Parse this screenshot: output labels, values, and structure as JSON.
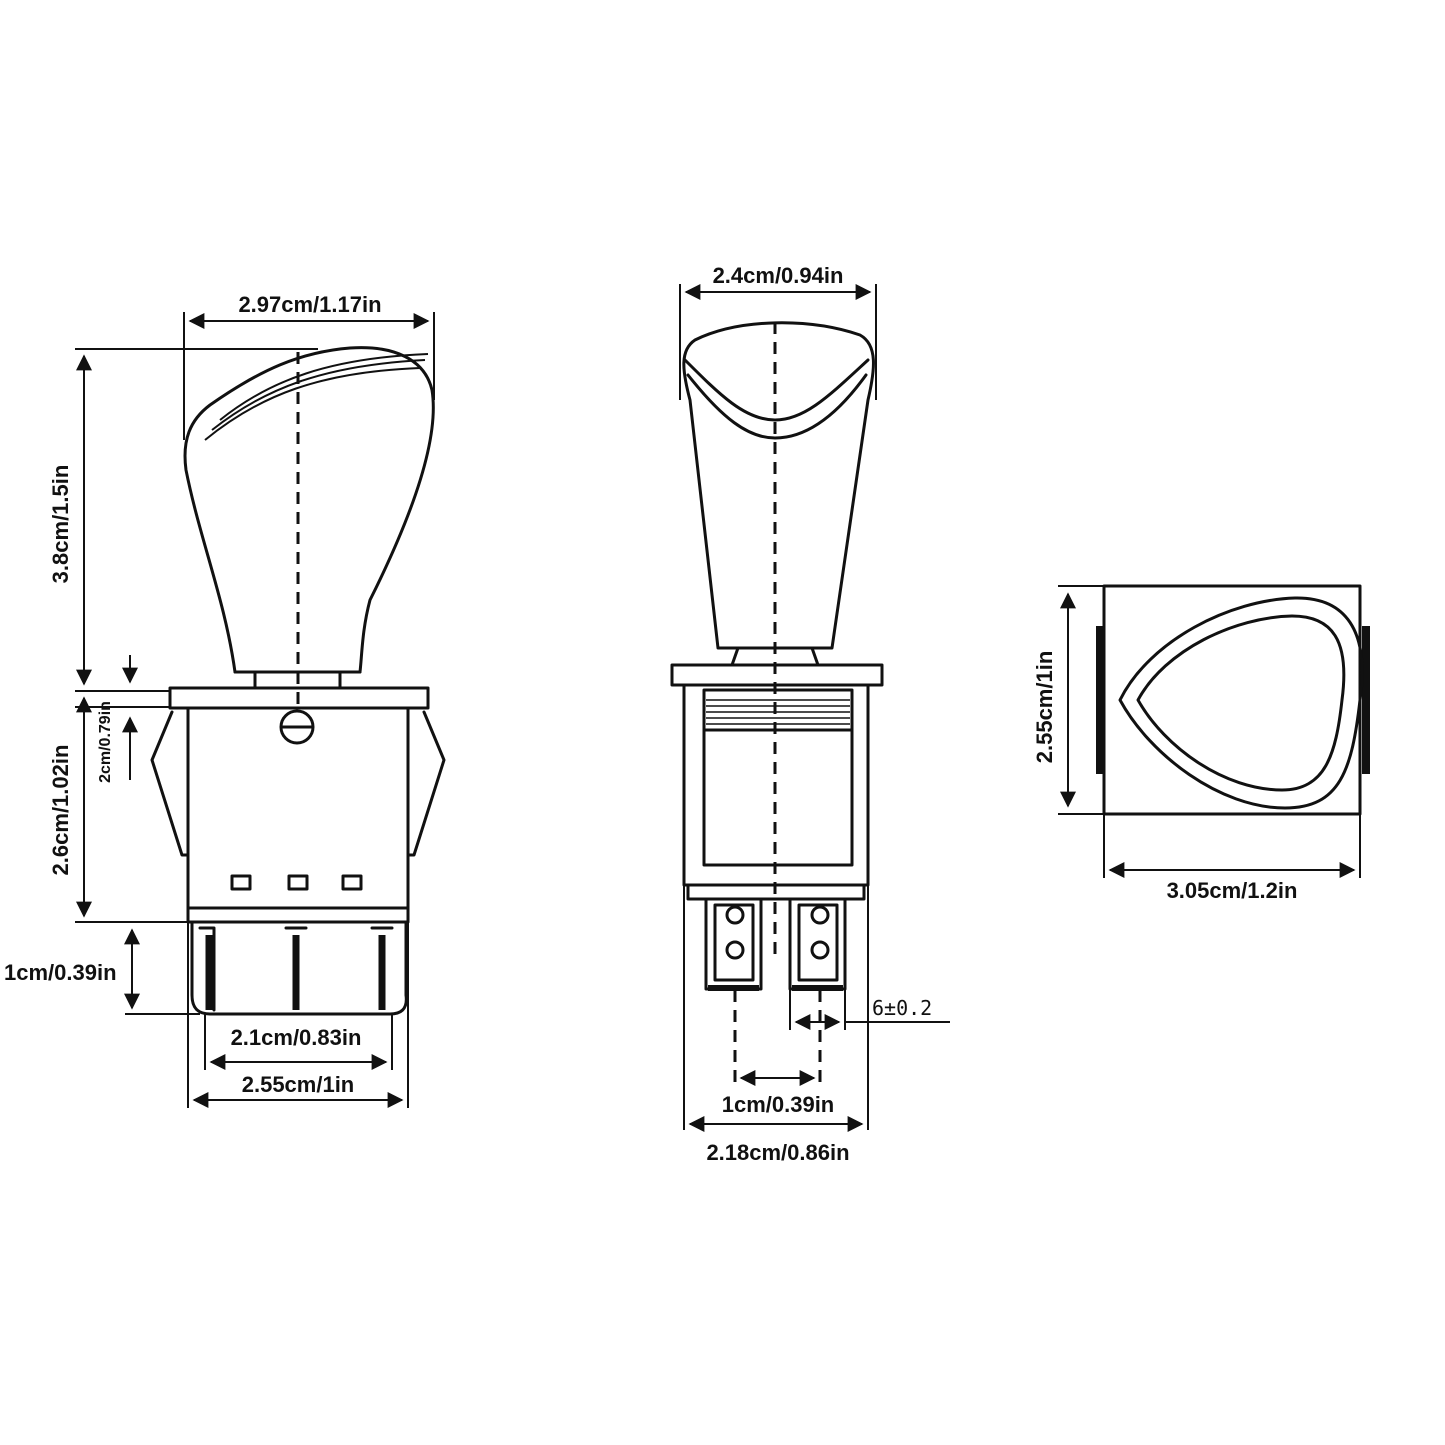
{
  "front_view": {
    "top_width": "2.97cm/1.17in",
    "knob_height": "3.8cm/1.5in",
    "plate_gap": "2cm/0.79in",
    "body_height": "2.6cm/1.02in",
    "terminal_height": "1cm/0.39in",
    "terminal_span": "2.1cm/0.83in",
    "body_width": "2.55cm/1in"
  },
  "side_view": {
    "top_width": "2.4cm/0.94in",
    "terminal_width": "6±0.2",
    "terminal_pitch": "1cm/0.39in",
    "body_width": "2.18cm/0.86in"
  },
  "top_view": {
    "height": "2.55cm/1in",
    "width": "3.05cm/1.2in"
  }
}
